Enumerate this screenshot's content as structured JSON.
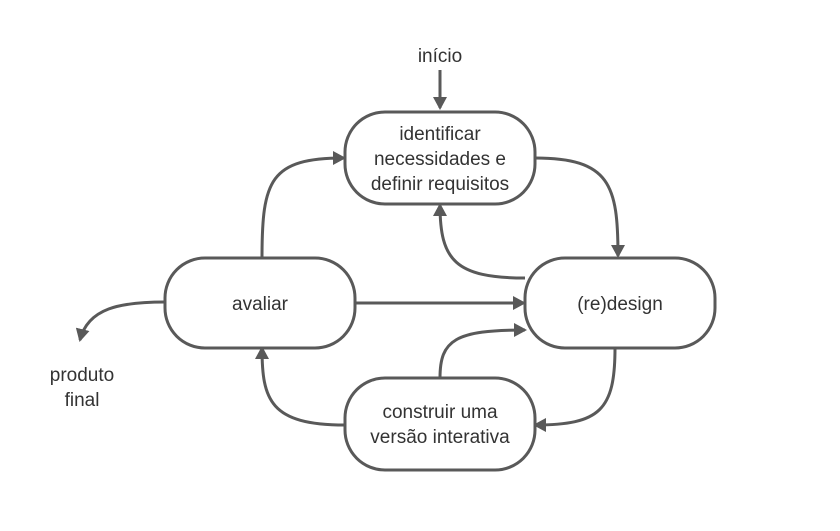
{
  "nodes": {
    "identify": {
      "lines": [
        "identificar",
        "necessidades e",
        "definir requisitos"
      ]
    },
    "redesign": {
      "lines": [
        "(re)design"
      ]
    },
    "build": {
      "lines": [
        "construir uma",
        "versão interativa"
      ]
    },
    "evaluate": {
      "lines": [
        "avaliar"
      ]
    }
  },
  "labels": {
    "start": "início",
    "final_product": [
      "produto",
      "final"
    ]
  },
  "colors": {
    "stroke": "#595959",
    "text": "#333333",
    "background": "#ffffff"
  }
}
